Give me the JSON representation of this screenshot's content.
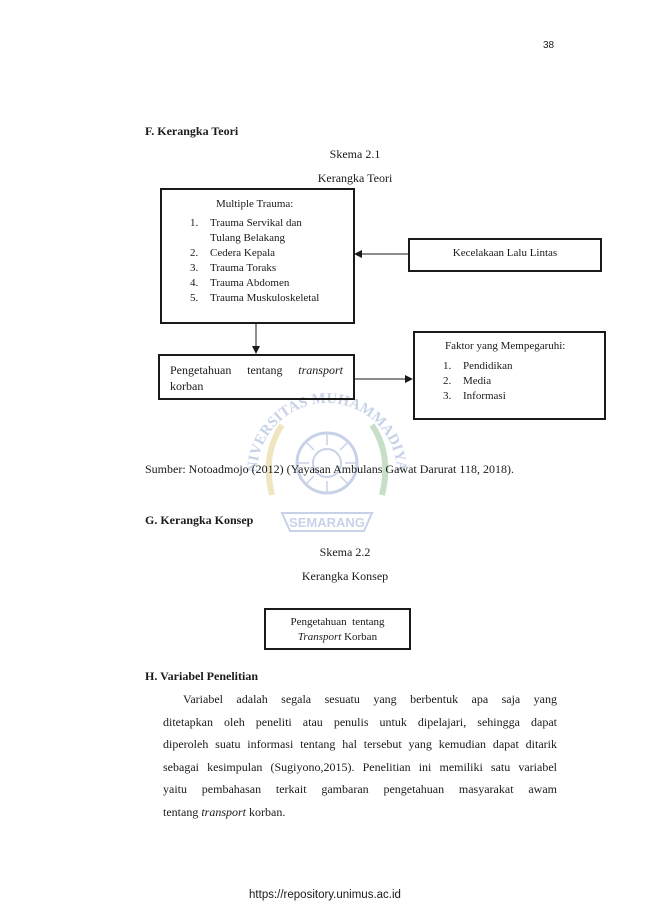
{
  "page_number": "38",
  "section_f": {
    "heading": "F.  Kerangka Teori",
    "schema_label": "Skema 2.1",
    "schema_title": "Kerangka Teori",
    "box_trauma": {
      "title": "Multiple Trauma:",
      "items": [
        {
          "num": "1.",
          "text": "Trauma Servikal dan"
        },
        {
          "num": "",
          "text": "Tulang Belakang"
        },
        {
          "num": "2.",
          "text": "Cedera Kepala"
        },
        {
          "num": "3.",
          "text": "Trauma Toraks"
        },
        {
          "num": "4.",
          "text": "Trauma Abdomen"
        },
        {
          "num": "5.",
          "text": "Trauma Muskuloskeletal"
        }
      ]
    },
    "box_kecelakaan": "Kecelakaan Lalu Lintas",
    "box_pengetahuan": {
      "line1_a": "Pengetahuan",
      "line1_b": "tentang",
      "line1_italic": "transport",
      "line2": "korban"
    },
    "box_faktor": {
      "title": "Faktor yang Mempegaruhi:",
      "items": [
        {
          "num": "1.",
          "text": "Pendidikan"
        },
        {
          "num": "2.",
          "text": "Media"
        },
        {
          "num": "3.",
          "text": "Informasi"
        }
      ]
    },
    "source": "Sumber: Notoadmojo (2012) (Yayasan Ambulans Gawat Darurat 118, 2018)."
  },
  "section_g": {
    "heading": "G.  Kerangka Konsep",
    "schema_label": "Skema 2.2",
    "schema_title": "Kerangka Konsep",
    "box": {
      "line1": "Pengetahuan  tentang",
      "line2_italic": "Transport",
      "line2_rest": " Korban"
    }
  },
  "section_h": {
    "heading": "H.  Variabel Penelitian",
    "para_1": "Variabel adalah segala sesuatu yang berbentuk apa saja yang",
    "para_2": "ditetapkan oleh peneliti atau penulis untuk dipelajari, sehingga dapat",
    "para_3": "diperoleh suatu informasi tentang hal tersebut yang kemudian dapat ditarik",
    "para_4": "sebagai kesimpulan (Sugiyono,2015). Penelitian ini memiliki satu variabel",
    "para_5": "yaitu pembahasan terkait gambaran pengetahuan masyarakat awam",
    "para_6_a": "tentang ",
    "para_6_italic": "transport",
    "para_6_b": " korban."
  },
  "watermark": {
    "top_text": "UNIVERSITAS MUHAMMADIYAH",
    "bottom_text": "SEMARANG",
    "color": "#3b5fb0"
  },
  "footer": "https://repository.unimus.ac.id"
}
